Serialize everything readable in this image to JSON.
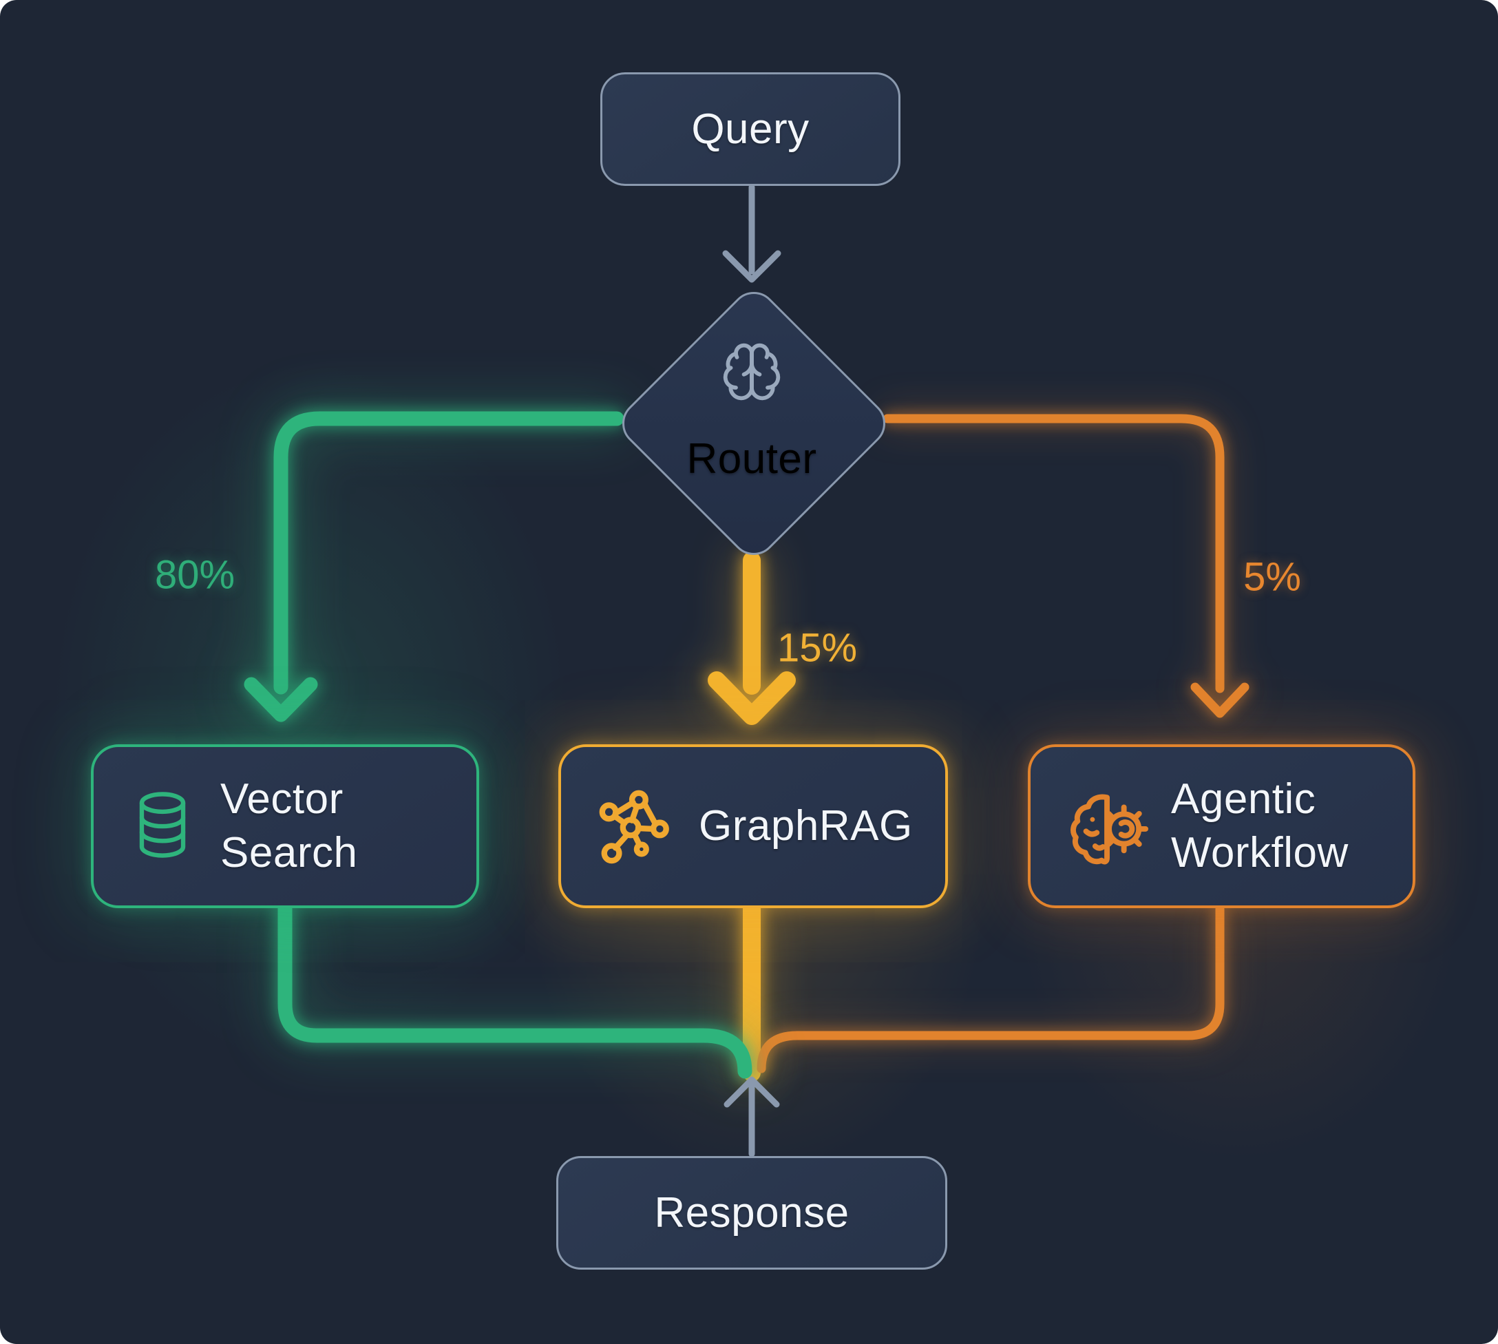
{
  "diagram": {
    "nodes": {
      "query": {
        "label": "Query"
      },
      "router": {
        "label": "Router",
        "icon": "brain-icon"
      },
      "vector_search": {
        "line1": "Vector",
        "line2": "Search",
        "icon": "database-icon"
      },
      "graphrag": {
        "label": "GraphRAG",
        "icon": "graph-network-icon"
      },
      "agentic_workflow": {
        "line1": "Agentic",
        "line2": "Workflow",
        "icon": "brain-gear-icon"
      },
      "response": {
        "label": "Response"
      }
    },
    "edges": {
      "router_to_vector_search": {
        "label": "80%",
        "color": "#2eb47c"
      },
      "router_to_graphrag": {
        "label": "15%",
        "color": "#f1b135"
      },
      "router_to_agentic_workflow": {
        "label": "5%",
        "color": "#e2832d"
      },
      "query_to_router": {
        "color": "#8a99ae"
      },
      "merge_to_response": {
        "color": "#8a99ae"
      }
    },
    "colors": {
      "background": "#1e2635",
      "node_fill": "#293650",
      "neutral_stroke": "#8a99ae",
      "green": "#2eb47c",
      "amber": "#f1b135",
      "orange": "#e2832d",
      "text": "#f3f6fa"
    }
  }
}
